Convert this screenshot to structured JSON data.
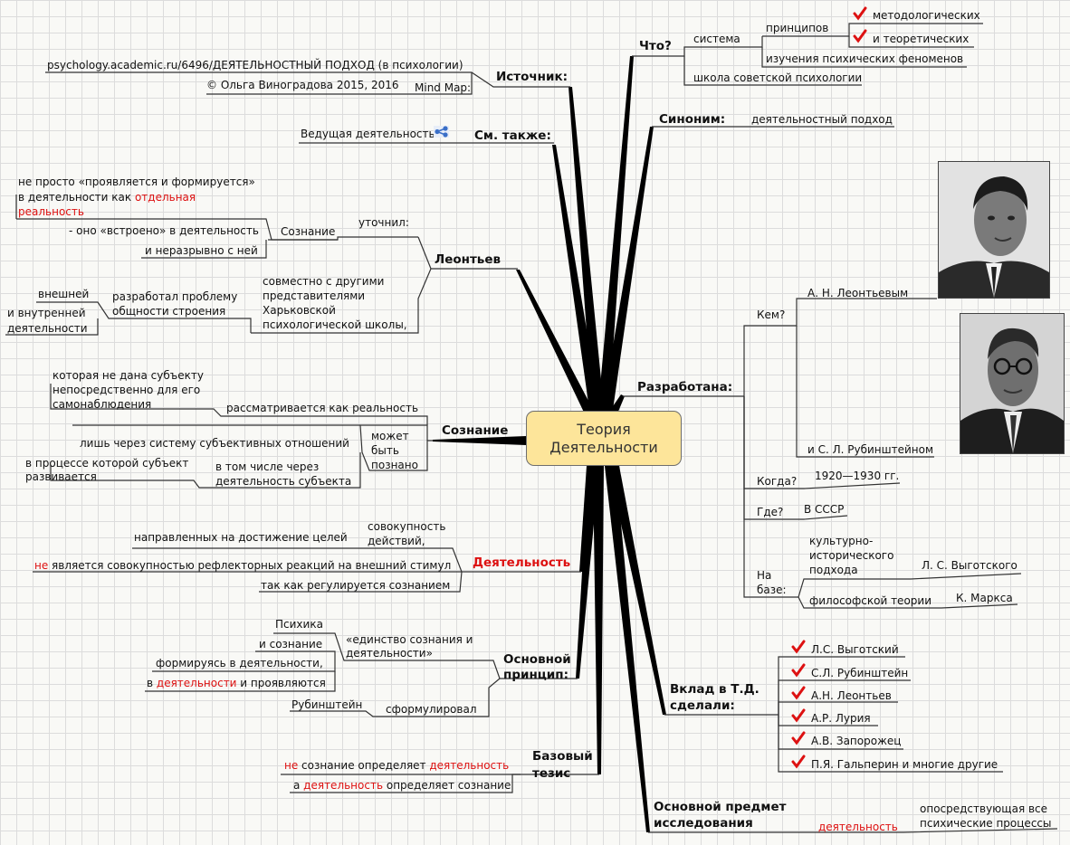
{
  "center": {
    "line1": "Теория",
    "line2": "Деятельности"
  },
  "source": {
    "label": "Источник:",
    "url": "psychology.academic.ru/6496/ДЕЯТЕЛЬНОСТНЫЙ ПОДХОД (в психологии)",
    "mindmap_label": "Mind Map:",
    "author": "© Ольга Виноградова 2015, 2016"
  },
  "see_also": {
    "label": "См. также:",
    "item": "Ведущая деятельность"
  },
  "leontiev": {
    "label": "Леонтьев",
    "clarified": "уточнил:",
    "consciousness": "Сознание",
    "not_just_1": "не просто «проявляется и формируется»",
    "not_just_2": "в деятельности как ",
    "not_just_red1": "отдельная",
    "not_just_red2": "реальность",
    "embedded": "- оно «встроено» в деятельность",
    "inseparable": "и неразрывно с ней",
    "jointly_1": "совместно с другими",
    "jointly_2": "представителями",
    "jointly_3": "Харьковской",
    "jointly_4": "психологической школы,",
    "developed_1": "разработал проблему",
    "developed_2": "общности строения",
    "external": "внешней",
    "internal_1": "и внутренней",
    "internal_2": "деятельности"
  },
  "consciousness": {
    "label": "Сознание",
    "not_given_1": "которая не дана субъекту",
    "not_given_2": "непосредственно для его",
    "not_given_3": "самонаблюдения",
    "considered": "рассматривается как реальность",
    "can_1": "может",
    "can_2": "быть",
    "can_3": "познано",
    "only_through": "лишь через систему субъективных отношений",
    "including_1": "в том числе через",
    "including_2": "деятельность субъекта",
    "in_process_1": "в процессе которой субъект",
    "in_process_2": "развивается"
  },
  "activity": {
    "label": "Деятельность",
    "set_1": "совокупность",
    "set_2": "действий,",
    "directed": "направленных на достижение целей",
    "not_word": "не",
    "not_reflex": " является совокупностью рефлекторных реакций на внешний стимул",
    "regulated": "так как регулируется сознанием"
  },
  "principle": {
    "label_1": "Основной",
    "label_2": "принцип:",
    "unity_1": "«единство сознания и",
    "unity_2": "деятельности»",
    "psyche": "Психика",
    "and_consc": "и сознание",
    "forming": "формируясь в деятельности,",
    "in_word": "в ",
    "in_activity": "деятельности",
    "manifest": " и проявляются",
    "formulated": "сформулировал",
    "rubinstein": "Рубинштейн"
  },
  "thesis": {
    "label_1": "Базовый",
    "label_2": "тезис",
    "l1_not": "не",
    "l1_mid": " сознание определяет ",
    "l1_act": "деятельность",
    "l2_a": "а ",
    "l2_act": "деятельность",
    "l2_rest": " определяет сознание"
  },
  "what": {
    "label": "Что?",
    "system": "система",
    "principles": "принципов",
    "methodological": "методологических",
    "theoretical": "и теоретических",
    "study": "изучения психических феноменов",
    "school": "школа советской психологии"
  },
  "synonym": {
    "label": "Синоним:",
    "value": "деятельностный подход"
  },
  "developed": {
    "label": "Разработана:",
    "who": "Кем?",
    "leontiev": "А. Н. Леонтьевым",
    "rubinstein": "и С. Л. Рубинштейном",
    "when": "Когда?",
    "years": "1920—1930 гг.",
    "where": "Где?",
    "ussr": "В СССР",
    "base_1": "На",
    "base_2": "базе:",
    "cultural_1": "культурно-",
    "cultural_2": "исторического",
    "cultural_3": "подхода",
    "vygotsky": "Л. С. Выготского",
    "philos": "философской теории",
    "marx": "К. Маркса"
  },
  "contribution": {
    "label_1": "Вклад в Т.Д.",
    "label_2": "сделали:",
    "people": [
      "Л.С. Выготский",
      "С.Л. Рубинштейн",
      "А.Н. Леонтьев",
      "А.Р. Лурия",
      "А.В. Запорожец",
      "П.Я. Гальперин и многие другие"
    ]
  },
  "subject": {
    "label_1": "Основной предмет",
    "label_2": "исследования",
    "activity": "деятельность",
    "mediating_1": "опосредствующая все",
    "mediating_2": "психические процессы"
  },
  "icons": {
    "check": "check-icon",
    "share": "link-share-icon",
    "photo1": "portrait-photo",
    "photo2": "portrait-photo"
  },
  "colors": {
    "center_fill": "#fde59a",
    "accent_red": "#dd1111",
    "check_red": "#dd1111"
  }
}
